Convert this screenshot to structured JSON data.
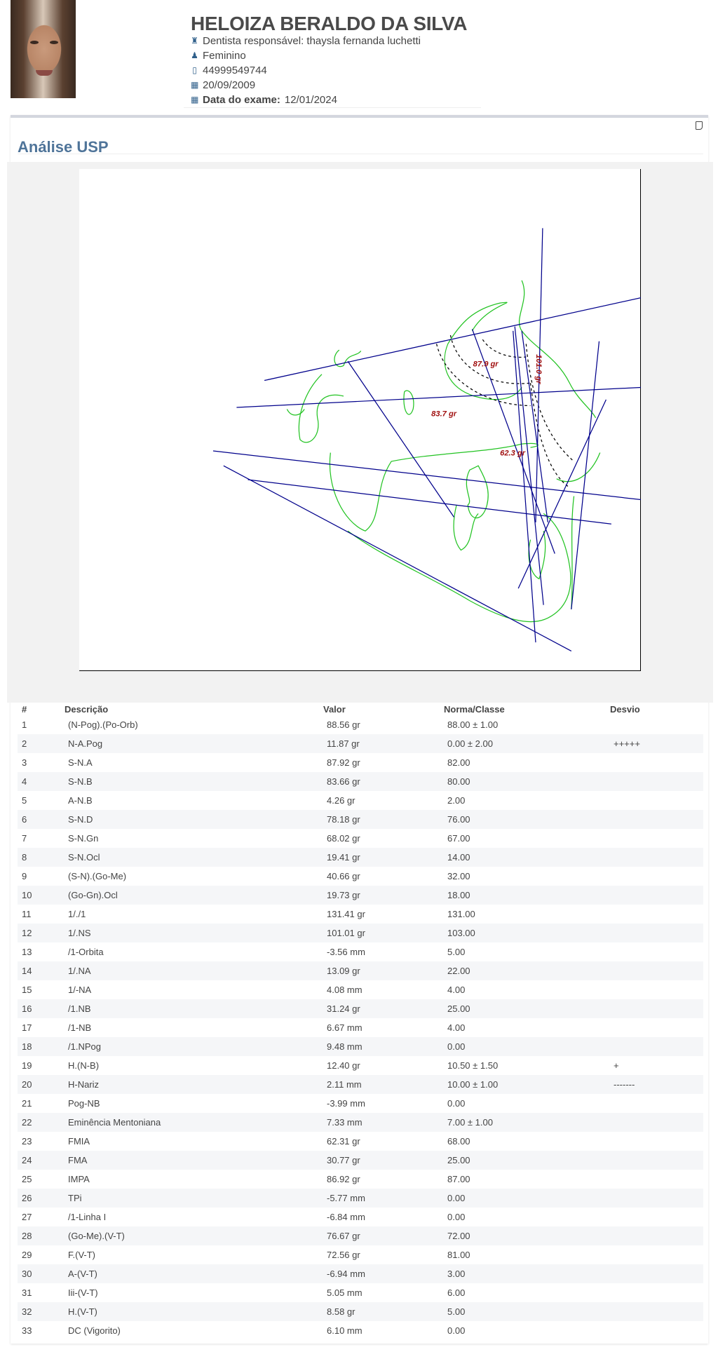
{
  "patient": {
    "name": "HELOIZA BERALDO DA SILVA",
    "dentist": "Dentista responsável: thaysla fernanda luchetti",
    "sex": "Feminino",
    "phone": "44999549744",
    "birth": "20/09/2009",
    "exam_label": "Data do exame:",
    "exam_date": "12/01/2024"
  },
  "section": {
    "title": "Análise USP"
  },
  "tracing": {
    "labels": [
      "87.9 gr",
      "83.7 gr",
      "62.3 gr",
      "101.0 gr"
    ]
  },
  "table": {
    "headers": [
      "#",
      "Descrição",
      "Valor",
      "Norma/Classe",
      "Desvio"
    ],
    "rows": [
      [
        "1",
        "(N-Pog).(Po-Orb)",
        "88.56 gr",
        "88.00 ± 1.00",
        ""
      ],
      [
        "2",
        "N-A.Pog",
        "11.87 gr",
        "0.00 ± 2.00",
        "+++++"
      ],
      [
        "3",
        "S-N.A",
        "87.92 gr",
        "82.00",
        ""
      ],
      [
        "4",
        "S-N.B",
        "83.66 gr",
        "80.00",
        ""
      ],
      [
        "5",
        "A-N.B",
        "4.26 gr",
        "2.00",
        ""
      ],
      [
        "6",
        "S-N.D",
        "78.18 gr",
        "76.00",
        ""
      ],
      [
        "7",
        "S-N.Gn",
        "68.02 gr",
        "67.00",
        ""
      ],
      [
        "8",
        "S-N.Ocl",
        "19.41 gr",
        "14.00",
        ""
      ],
      [
        "9",
        "(S-N).(Go-Me)",
        "40.66 gr",
        "32.00",
        ""
      ],
      [
        "10",
        "(Go-Gn).Ocl",
        "19.73 gr",
        "18.00",
        ""
      ],
      [
        "11",
        "1/./1",
        "131.41 gr",
        "131.00",
        ""
      ],
      [
        "12",
        "1/.NS",
        "101.01 gr",
        "103.00",
        ""
      ],
      [
        "13",
        "/1-Orbita",
        "-3.56 mm",
        "5.00",
        ""
      ],
      [
        "14",
        "1/.NA",
        "13.09 gr",
        "22.00",
        ""
      ],
      [
        "15",
        "1/-NA",
        "4.08 mm",
        "4.00",
        ""
      ],
      [
        "16",
        "/1.NB",
        "31.24 gr",
        "25.00",
        ""
      ],
      [
        "17",
        "/1-NB",
        "6.67 mm",
        "4.00",
        ""
      ],
      [
        "18",
        "/1.NPog",
        "9.48 mm",
        "0.00",
        ""
      ],
      [
        "19",
        "H.(N-B)",
        "12.40 gr",
        "10.50 ± 1.50",
        "+"
      ],
      [
        "20",
        "H-Nariz",
        "2.11 mm",
        "10.00 ± 1.00",
        "-------"
      ],
      [
        "21",
        "Pog-NB",
        "-3.99 mm",
        "0.00",
        ""
      ],
      [
        "22",
        "Eminência Mentoniana",
        "7.33 mm",
        "7.00 ± 1.00",
        ""
      ],
      [
        "23",
        "FMIA",
        "62.31 gr",
        "68.00",
        ""
      ],
      [
        "24",
        "FMA",
        "30.77 gr",
        "25.00",
        ""
      ],
      [
        "25",
        "IMPA",
        "86.92 gr",
        "87.00",
        ""
      ],
      [
        "26",
        "TPi",
        "-5.77 mm",
        "0.00",
        ""
      ],
      [
        "27",
        "/1-Linha I",
        "-6.84 mm",
        "0.00",
        ""
      ],
      [
        "28",
        "(Go-Me).(V-T)",
        "76.67 gr",
        "72.00",
        ""
      ],
      [
        "29",
        "F.(V-T)",
        "72.56 gr",
        "81.00",
        ""
      ],
      [
        "30",
        "A-(V-T)",
        "-6.94 mm",
        "3.00",
        ""
      ],
      [
        "31",
        "Iii-(V-T)",
        "5.05 mm",
        "6.00",
        ""
      ],
      [
        "32",
        "H.(V-T)",
        "8.58 gr",
        "5.00",
        ""
      ],
      [
        "33",
        "DC (Vigorito)",
        "6.10 mm",
        "0.00",
        ""
      ]
    ]
  }
}
